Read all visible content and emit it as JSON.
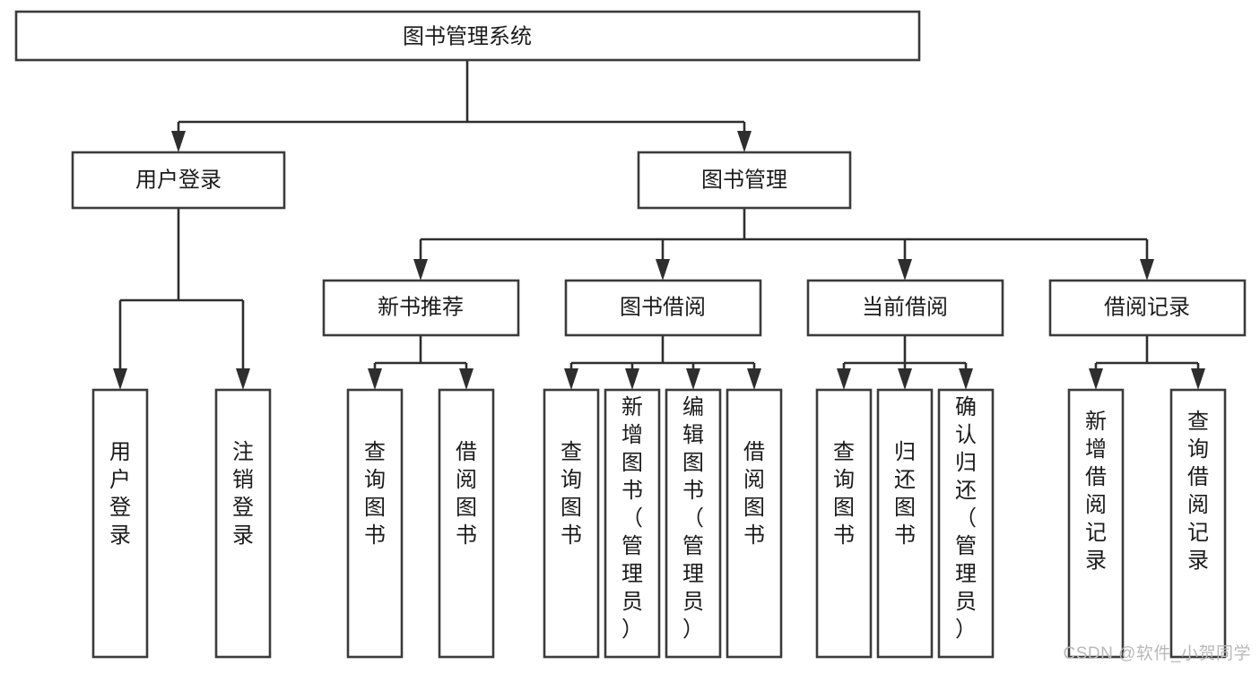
{
  "diagram": {
    "type": "tree-hierarchy-flowchart",
    "title": "图书管理系统",
    "orientation": "top-down",
    "watermark": "CSDN @软件_小贺同学",
    "colors": {
      "box_fill": "#ffffff",
      "box_stroke": "#3b3b3b",
      "line": "#2e2e2e",
      "text": "#1b1b1b",
      "watermark": "#b9b9b9",
      "background": "#ffffff"
    },
    "levels": {
      "level1": "系统",
      "level2": "模块",
      "level3": "子模块",
      "level4": "功能"
    },
    "nodes": {
      "root": {
        "id": "root",
        "label": "图书管理系统",
        "orient": "horizontal"
      },
      "level2": [
        {
          "id": "user-login",
          "label": "用户登录",
          "orient": "horizontal"
        },
        {
          "id": "book-manage",
          "label": "图书管理",
          "orient": "horizontal"
        }
      ],
      "level3": [
        {
          "id": "new-book-recommend",
          "label": "新书推荐",
          "orient": "horizontal",
          "parent": "book-manage"
        },
        {
          "id": "book-borrow",
          "label": "图书借阅",
          "orient": "horizontal",
          "parent": "book-manage"
        },
        {
          "id": "current-borrow",
          "label": "当前借阅",
          "orient": "horizontal",
          "parent": "book-manage"
        },
        {
          "id": "borrow-record",
          "label": "借阅记录",
          "orient": "horizontal",
          "parent": "book-manage"
        }
      ],
      "leaves": [
        {
          "id": "leaf-user-login",
          "label": "用户登录",
          "orient": "vertical",
          "parent": "user-login"
        },
        {
          "id": "leaf-user-logout",
          "label": "注销登录",
          "orient": "vertical",
          "parent": "user-login"
        },
        {
          "id": "leaf-query-book-1",
          "label": "查询图书",
          "orient": "vertical",
          "parent": "new-book-recommend"
        },
        {
          "id": "leaf-borrow-book-1",
          "label": "借阅图书",
          "orient": "vertical",
          "parent": "new-book-recommend"
        },
        {
          "id": "leaf-query-book-2",
          "label": "查询图书",
          "orient": "vertical",
          "parent": "book-borrow"
        },
        {
          "id": "leaf-add-book",
          "label": "新增图书（管理员）",
          "orient": "vertical",
          "parent": "book-borrow"
        },
        {
          "id": "leaf-edit-book",
          "label": "编辑图书（管理员）",
          "orient": "vertical",
          "parent": "book-borrow"
        },
        {
          "id": "leaf-borrow-book-2",
          "label": "借阅图书",
          "orient": "vertical",
          "parent": "book-borrow"
        },
        {
          "id": "leaf-query-book-3",
          "label": "查询图书",
          "orient": "vertical",
          "parent": "current-borrow"
        },
        {
          "id": "leaf-return-book",
          "label": "归还图书",
          "orient": "vertical",
          "parent": "current-borrow"
        },
        {
          "id": "leaf-confirm-return",
          "label": "确认归还（管理员）",
          "orient": "vertical",
          "parent": "current-borrow"
        },
        {
          "id": "leaf-add-record",
          "label": "新增借阅记录",
          "orient": "vertical",
          "parent": "borrow-record"
        },
        {
          "id": "leaf-query-record",
          "label": "查询借阅记录",
          "orient": "vertical",
          "parent": "borrow-record"
        }
      ]
    }
  }
}
